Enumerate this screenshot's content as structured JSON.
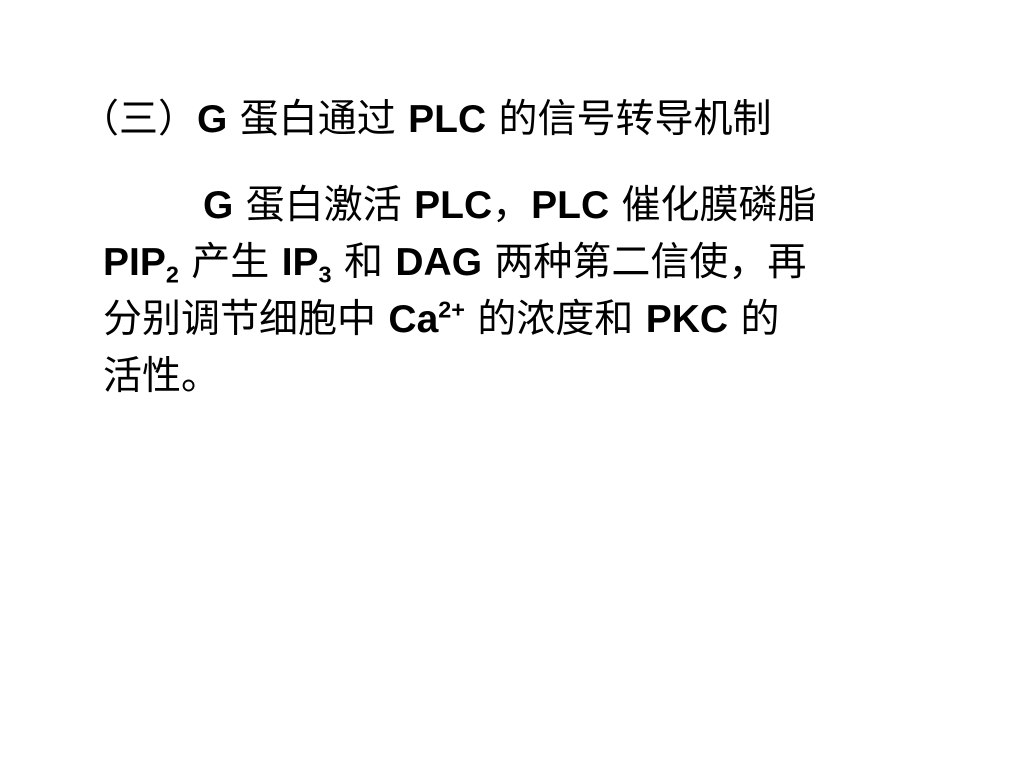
{
  "heading": {
    "prefix": "（三）",
    "g": "G",
    "middle": " 蛋白通过 ",
    "plc": "PLC",
    "suffix": " 的信号转导机制"
  },
  "paragraph": {
    "line1": {
      "g": "G",
      "t1": " 蛋白激活 ",
      "plc1": "PLC",
      "t2": "，",
      "plc2": "PLC",
      "t3": " 催化膜磷脂"
    },
    "line2": {
      "pip": "PIP",
      "pip_sub": "2",
      "t1": " 产生 ",
      "ip": "IP",
      "ip_sub": "3",
      "t2": " 和 ",
      "dag": "DAG",
      "t3": " 两种第二信使，再"
    },
    "line3": {
      "t1": "分别调节细胞中 ",
      "ca": "Ca",
      "ca_sup": "2+",
      "t2": " 的浓度和 ",
      "pkc": "PKC",
      "t3": " 的"
    },
    "line4": {
      "t1": "活性。"
    }
  }
}
